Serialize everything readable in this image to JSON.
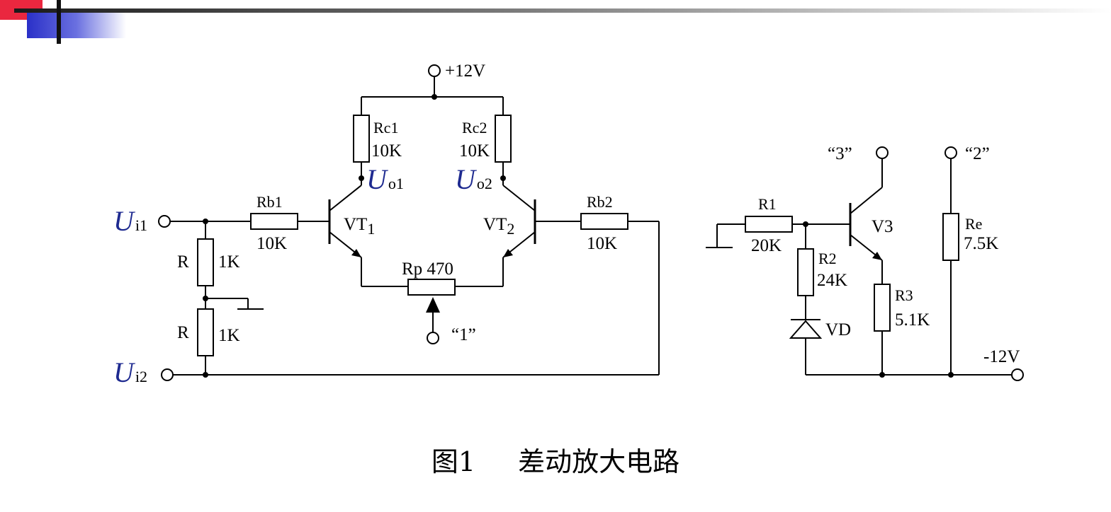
{
  "caption": {
    "figure": "图1",
    "title": "差动放大电路"
  },
  "colors": {
    "accent_blue": "#2a30c8",
    "accent_red": "#e8102a",
    "wire": "#000000",
    "signal_text": "#1e2a90"
  },
  "labels": {
    "vplus": "+12V",
    "vminus": "-12V",
    "rc1_name": "Rc1",
    "rc1_val": "10K",
    "rc2_name": "Rc2",
    "rc2_val": "10K",
    "rb1_name": "Rb1",
    "rb1_val": "10K",
    "rb2_name": "Rb2",
    "rb2_val": "10K",
    "rp": "Rp 470",
    "r_upper": "R",
    "r_upper_val": "1K",
    "r_lower": "R",
    "r_lower_val": "1K",
    "vt1": "VT",
    "vt1_sub": "1",
    "vt2": "VT",
    "vt2_sub": "2",
    "uo1": "U",
    "uo1_sub": "o1",
    "uo2": "U",
    "uo2_sub": "o2",
    "ui1": "U",
    "ui1_sub": "i1",
    "ui2": "U",
    "ui2_sub": "i2",
    "term1": "“1”",
    "term2": "“2”",
    "term3": "“3”",
    "r1_name": "R1",
    "r1_val": "20K",
    "r2_name": "R2",
    "r2_val": "24K",
    "r3_name": "R3",
    "r3_val": "5.1K",
    "re_name": "Re",
    "re_val": "7.5K",
    "v3": "V3",
    "vd": "VD"
  }
}
